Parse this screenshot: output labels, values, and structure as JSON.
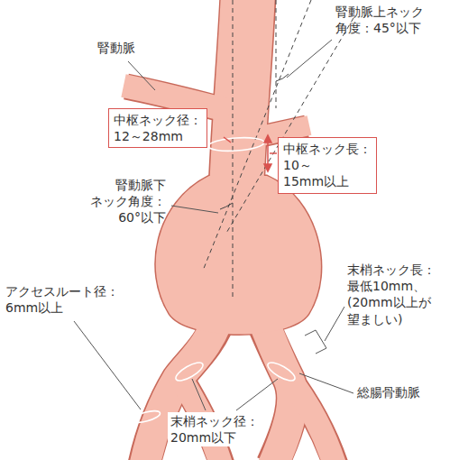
{
  "diagram": {
    "nodes": [
      {
        "text": [
          "中枢ネック径： 12～28mm"
        ]
      },
      {
        "text": [
          "中枢ネック長： 10～15mm以上"
        ]
      }
    ],
    "labels": [
      "腎動脈",
      "腎動脈上ネック 角度：45°以下",
      "腎動脈下 ネック角度： 60°以下",
      "アクセスルート径： 6mm以上",
      "末梢ネック長： 最低10mm、 (20mm以上が 望ましい)",
      "総腸骨動脈",
      "末梢ネック径： 20mm以下"
    ]
  }
}
